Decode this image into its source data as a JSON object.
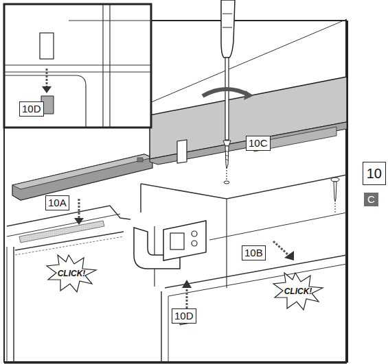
{
  "diagram": {
    "labels": [
      "10D",
      "10C",
      "10A",
      "CLICK!",
      "10B",
      "CLICK!",
      "10D",
      "10",
      "C"
    ]
  }
}
